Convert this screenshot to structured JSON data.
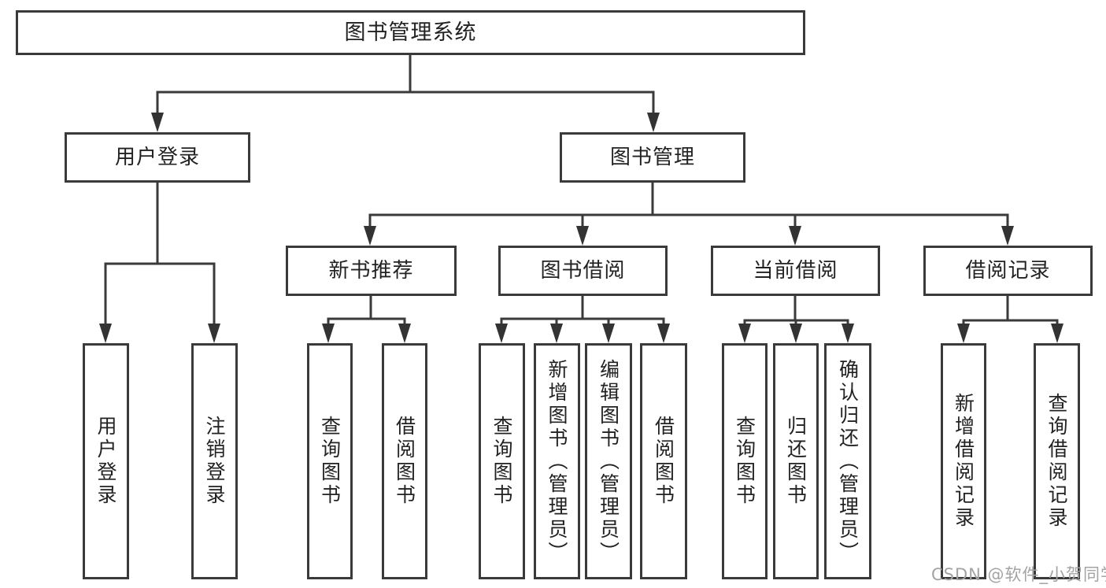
{
  "diagram": {
    "root": {
      "label": "图书管理系统"
    },
    "branches": [
      {
        "label": "用户登录",
        "children": [
          {
            "label": "用户登录"
          },
          {
            "label": "注销登录"
          }
        ]
      },
      {
        "label": "图书管理",
        "children": [
          {
            "label": "新书推荐",
            "children": [
              {
                "label": "查询图书"
              },
              {
                "label": "借阅图书"
              }
            ]
          },
          {
            "label": "图书借阅",
            "children": [
              {
                "label": "查询图书"
              },
              {
                "label": "新增图书（管理员）"
              },
              {
                "label": "编辑图书（管理员）"
              },
              {
                "label": "借阅图书"
              }
            ]
          },
          {
            "label": "当前借阅",
            "children": [
              {
                "label": "查询图书"
              },
              {
                "label": "归还图书"
              },
              {
                "label": "确认归还（管理员）"
              }
            ]
          },
          {
            "label": "借阅记录",
            "children": [
              {
                "label": "新增借阅记录"
              },
              {
                "label": "查询借阅记录"
              }
            ]
          }
        ]
      }
    ]
  },
  "watermark": {
    "text": "CSDN @软件_小贺同学"
  },
  "colors": {
    "line": "#3a3a3a",
    "arrow": "#333333",
    "text": "#222222",
    "watermark_text": "#a3a3a3",
    "background": "#ffffff"
  }
}
